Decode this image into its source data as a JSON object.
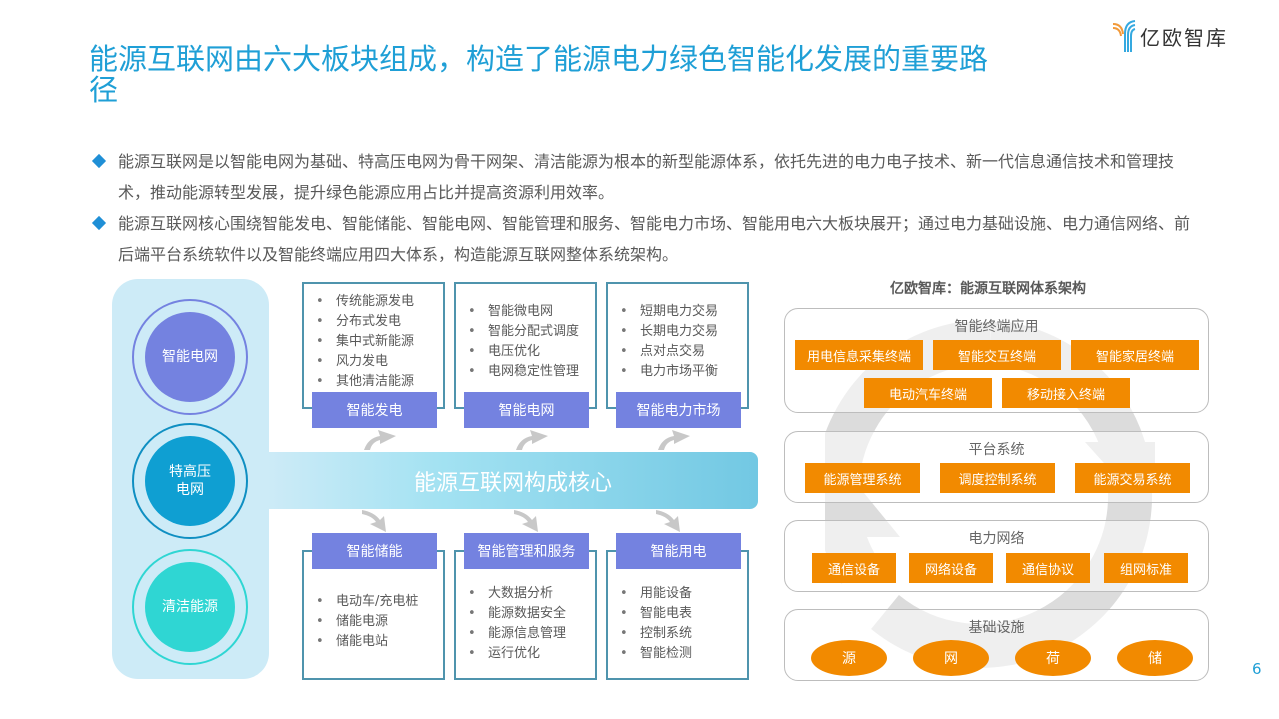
{
  "header": {
    "title": "能源互联网由六大板块组成，构造了能源电力绿色智能化发展的重要路径",
    "logo_text": "亿欧智库"
  },
  "bullets": [
    "能源互联网是以智能电网为基础、特高压电网为骨干网架、清洁能源为根本的新型能源体系，依托先进的电力电子技术、新一代信息通信技术和管理技术，推动能源转型发展，提升绿色能源应用占比并提高资源利用效率。",
    "能源互联网核心围绕智能发电、智能储能、智能电网、智能管理和服务、智能电力市场、智能用电六大板块展开；通过电力基础设施、电力通信网络、前后端平台系统软件以及智能终端应用四大体系，构造能源互联网整体系统架构。"
  ],
  "left_diagram": {
    "pillars": [
      {
        "label": "智能电网",
        "color": "#7482e0"
      },
      {
        "label": "特高压\n电网",
        "line1": "特高压",
        "line2": "电网",
        "color": "#0f9fd2"
      },
      {
        "label": "清洁能源",
        "color": "#2fd6d3"
      }
    ],
    "core_label": "能源互联网构成核心",
    "top_blocks": [
      {
        "tag": "智能发电",
        "items": [
          "传统能源发电",
          "分布式发电",
          "集中式新能源",
          "风力发电",
          "其他清洁能源"
        ]
      },
      {
        "tag": "智能电网",
        "items": [
          "智能微电网",
          "智能分配式调度",
          "电压优化",
          "电网稳定性管理"
        ]
      },
      {
        "tag": "智能电力市场",
        "items": [
          "短期电力交易",
          "长期电力交易",
          "点对点交易",
          "电力市场平衡"
        ]
      }
    ],
    "bottom_blocks": [
      {
        "tag": "智能储能",
        "items": [
          "电动车/充电桩",
          "储能电源",
          "储能电站"
        ]
      },
      {
        "tag": "智能管理和服务",
        "items": [
          "大数据分析",
          "能源数据安全",
          "能源信息管理",
          "运行优化"
        ]
      },
      {
        "tag": "智能用电",
        "items": [
          "用能设备",
          "智能电表",
          "控制系统",
          "智能检测"
        ]
      }
    ]
  },
  "right_diagram": {
    "title": "亿欧智库：能源互联网体系架构",
    "accent_color": "#f28a00",
    "layers": [
      {
        "label": "智能终端应用",
        "items": [
          "用电信息采集终端",
          "智能交互终端",
          "智能家居终端",
          "电动汽车终端",
          "移动接入终端"
        ]
      },
      {
        "label": "平台系统",
        "items": [
          "能源管理系统",
          "调度控制系统",
          "能源交易系统"
        ]
      },
      {
        "label": "电力网络",
        "items": [
          "通信设备",
          "网络设备",
          "通信协议",
          "组网标准"
        ]
      },
      {
        "label": "基础设施",
        "items": [
          "源",
          "网",
          "荷",
          "储"
        ]
      }
    ]
  },
  "footer": {
    "page_number": "6"
  }
}
